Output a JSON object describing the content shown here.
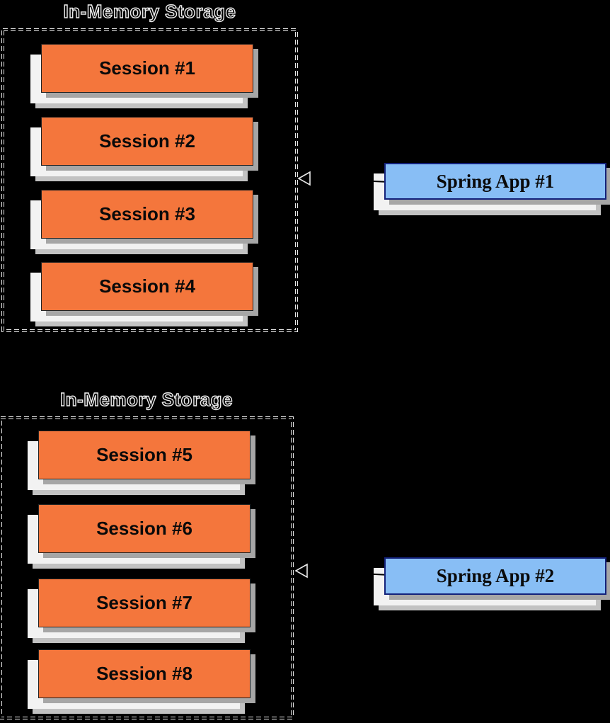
{
  "diagram": {
    "background_color": "#000000",
    "colors": {
      "session_fill": "#F4763C",
      "session_border": "#222222",
      "app_fill": "#88BEF5",
      "app_border": "#13217A",
      "paper_sheet": "#F2F2F2",
      "drop_shadow": "#A6A6A6",
      "halo_outline": "#EDEDED",
      "connector_line": "#000000"
    },
    "groups": [
      {
        "title": "In-Memory Storage",
        "sessions": [
          "Session #1",
          "Session #2",
          "Session #3",
          "Session #4"
        ],
        "app": "Spring App #1",
        "arrow_style": "hollow-triangle-left"
      },
      {
        "title": "In-Memory Storage",
        "sessions": [
          "Session #5",
          "Session #6",
          "Session #7",
          "Session #8"
        ],
        "app": "Spring App #2",
        "arrow_style": "hollow-triangle-left"
      }
    ]
  }
}
